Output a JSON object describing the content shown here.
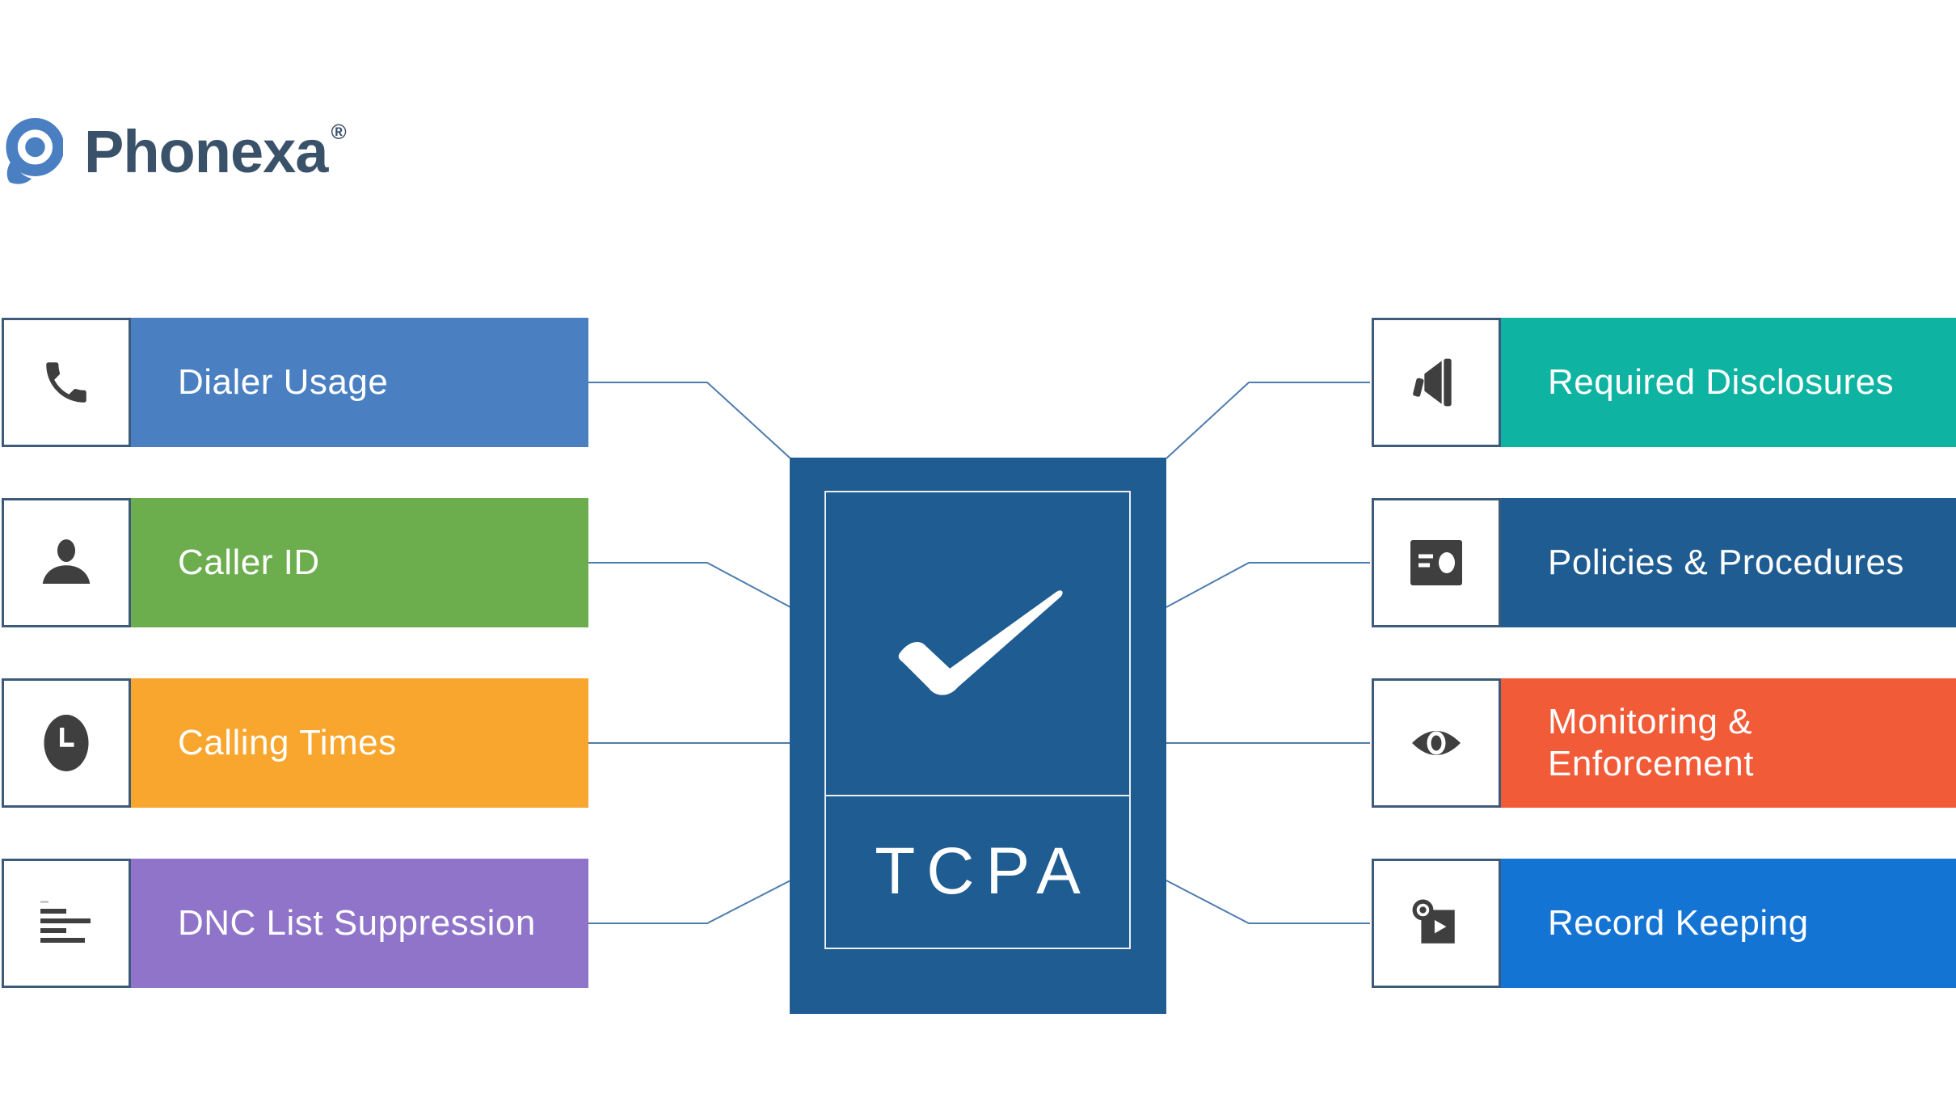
{
  "logo": {
    "brand": "Phonexa",
    "registered": "®"
  },
  "center": {
    "title": "TCPA",
    "icon": "checkmark-icon"
  },
  "left_items": [
    {
      "label": "Dialer Usage",
      "icon": "phone-icon",
      "color": "#4a80c2"
    },
    {
      "label": "Caller ID",
      "icon": "person-icon",
      "color": "#6cad4d"
    },
    {
      "label": "Calling Times",
      "icon": "clock-icon",
      "color": "#f8a62e"
    },
    {
      "label": "DNC List Suppression",
      "icon": "list-icon",
      "color": "#8f74c9"
    }
  ],
  "right_items": [
    {
      "label": "Required Disclosures",
      "icon": "megaphone-icon",
      "color": "#0fb3a2"
    },
    {
      "label": "Policies & Procedures",
      "icon": "id-card-icon",
      "color": "#1e5c92"
    },
    {
      "label": "Monitoring & Enforcement",
      "icon": "eye-icon",
      "color": "#f15b38"
    },
    {
      "label": "Record Keeping",
      "icon": "record-icon",
      "color": "#1474d4"
    }
  ],
  "colors": {
    "background": "#ffffff",
    "connector_line": "#4d7cae",
    "icon_glyph": "#3f3f3f",
    "icon_box_border": "#3d5a7a",
    "center_box": "#1e5c92",
    "center_border_inner": "#e9eff5",
    "logo_text": "#3a5269",
    "logo_mark": "#4a80c2",
    "label_text": "#ffffff"
  }
}
